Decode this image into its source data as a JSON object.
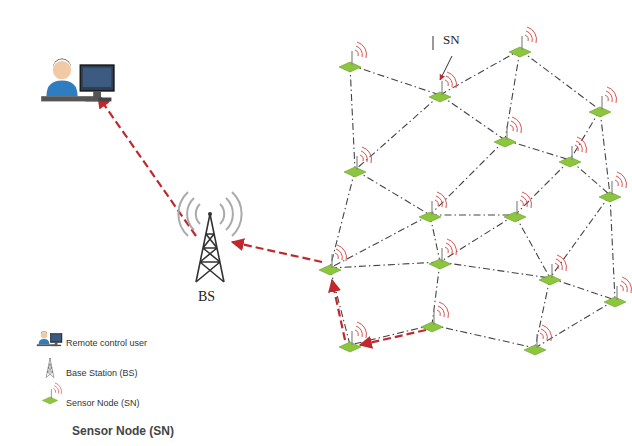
{
  "diagram": {
    "caption": "Sensor Node (SN)",
    "labels": [
      "SN",
      "BS"
    ],
    "legend": [
      {
        "text": "Remote control user"
      },
      {
        "text": "Base Station (BS)"
      },
      {
        "text": "Sensor Node (SN)"
      }
    ]
  }
}
